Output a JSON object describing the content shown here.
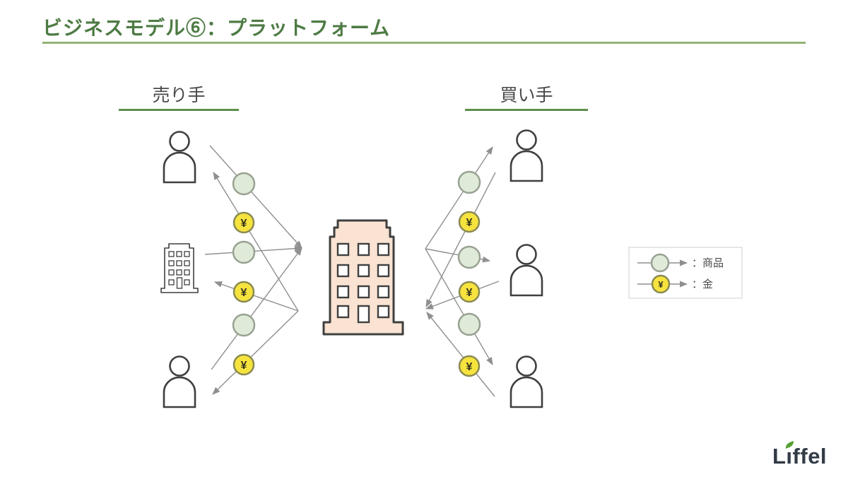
{
  "title": {
    "text": "ビジネスモデル⑥：プラットフォーム"
  },
  "columns": {
    "sellers": {
      "heading": "売り手",
      "nodes": [
        "person",
        "company-building",
        "person"
      ]
    },
    "buyers": {
      "heading": "買い手",
      "nodes": [
        "person",
        "person",
        "person"
      ]
    }
  },
  "platform": {
    "node": "platform-building"
  },
  "flows": {
    "goods": {
      "count_left": 3,
      "count_right": 3,
      "direction_left": "sellers→platform",
      "direction_right": "platform→buyers"
    },
    "money": {
      "count_left": 3,
      "count_right": 3,
      "direction_left": "platform→sellers",
      "direction_right": "buyers→platform"
    }
  },
  "symbols": {
    "yen": "¥"
  },
  "legend": {
    "items": [
      {
        "icon": "goods-circle-icon",
        "label": "：商品"
      },
      {
        "icon": "money-coin-icon",
        "label": "：金"
      }
    ]
  },
  "logo": {
    "text": "Liffel"
  },
  "colors": {
    "title_green": "#4e7b44",
    "title_underline": "#94b377",
    "heading_underline": "#5e8f4c",
    "goods_fill": "#dfead9",
    "goods_stroke": "#98a292",
    "money_fill": "#f6e33e",
    "money_stroke": "#8a8a52",
    "arrow_gray": "#8f8f8f",
    "outline_dark": "#3f3f3f",
    "building_fill": "#fae3d2",
    "text_dark": "#4a4a4a",
    "logo_navy": "#323b46",
    "leaf_green": "#55a033"
  }
}
